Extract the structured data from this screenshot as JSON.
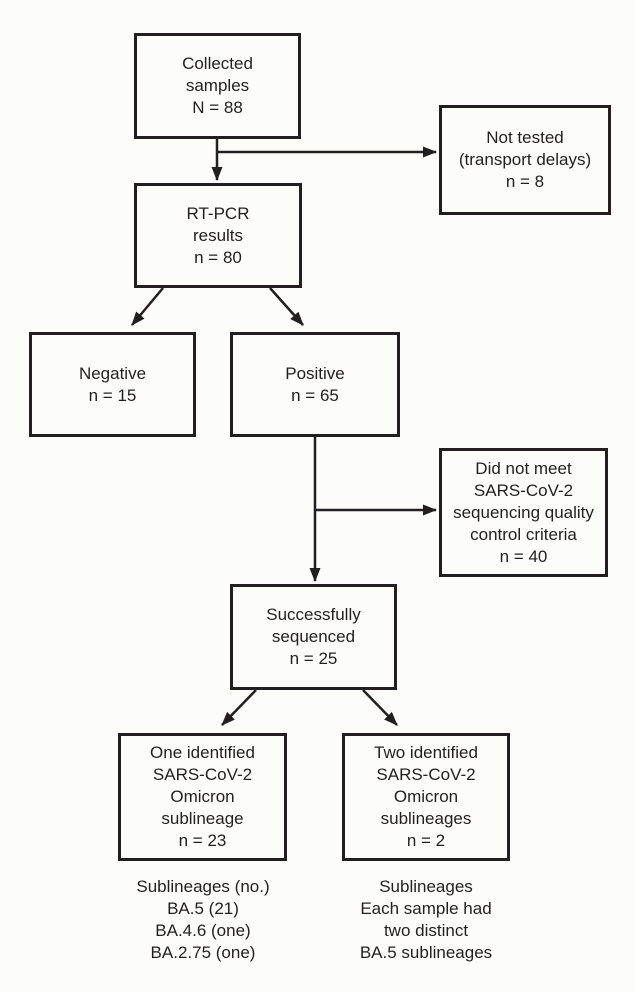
{
  "figure": {
    "background_color": "#fcfcf8",
    "line_color": "#231f20",
    "text_color": "#231f20",
    "type": "flowchart"
  },
  "boxes": {
    "collected": {
      "lines": [
        "Collected",
        "samples",
        "N = 88"
      ]
    },
    "not_tested": {
      "lines": [
        "Not tested",
        "(transport delays)",
        "n = 8"
      ]
    },
    "rt_pcr": {
      "lines": [
        "RT-PCR",
        "results",
        "n = 80"
      ]
    },
    "negative": {
      "lines": [
        "Negative",
        "n = 15"
      ]
    },
    "positive": {
      "lines": [
        "Positive",
        "n = 65"
      ]
    },
    "did_not_meet": {
      "lines": [
        "Did not meet",
        "SARS-CoV-2",
        "sequencing quality",
        "control criteria",
        "n = 40"
      ]
    },
    "sequenced": {
      "lines": [
        "Successfully",
        "sequenced",
        "n = 25"
      ]
    },
    "one_sublineage": {
      "lines": [
        "One identified",
        "SARS-CoV-2",
        "Omicron",
        "sublineage",
        "n = 23"
      ]
    },
    "two_sublineages": {
      "lines": [
        "Two identified",
        "SARS-CoV-2",
        "Omicron",
        "sublineages",
        "n = 2"
      ]
    }
  },
  "annotations": {
    "left": {
      "lines": [
        "Sublineages (no.)",
        "BA.5 (21)",
        "BA.4.6 (one)",
        "BA.2.75 (one)"
      ]
    },
    "right": {
      "lines": [
        "Sublineages",
        "Each sample had",
        "two distinct",
        "BA.5 sublineages"
      ]
    }
  }
}
